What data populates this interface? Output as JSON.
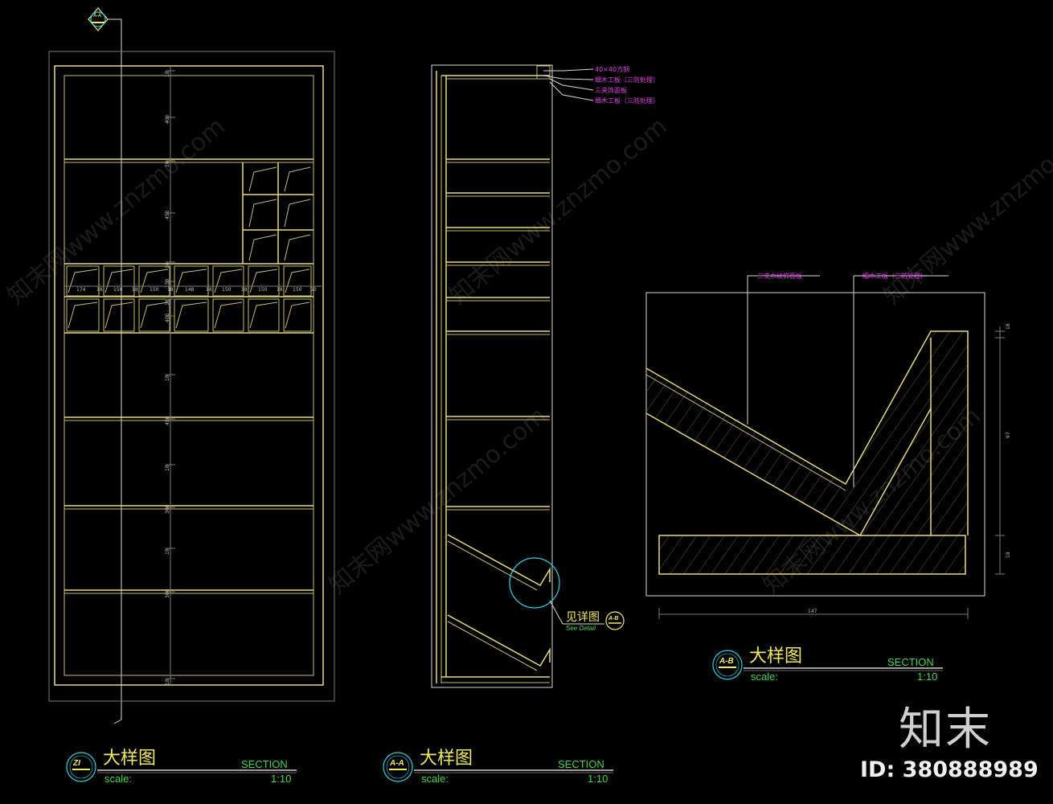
{
  "views": [
    {
      "tag": "ZI",
      "title": "大样图",
      "section": "SECTION",
      "scale_label": "scale:",
      "scale_value": "1:10"
    },
    {
      "tag": "A-A",
      "title": "大样图",
      "section": "SECTION",
      "scale_label": "scale:",
      "scale_value": "1:10"
    },
    {
      "tag": "A-B",
      "title": "大样图",
      "section": "SECTION",
      "scale_label": "scale:",
      "scale_value": "1:10"
    }
  ],
  "cut_marker": "A-A",
  "elevation_dims": {
    "vertical": [
      "18",
      "400",
      "18",
      "450",
      "18",
      "150",
      "18",
      "400",
      "18",
      "450",
      "18",
      "300",
      "18",
      "300",
      "18"
    ],
    "horizontal": [
      "174",
      "18",
      "150",
      "18",
      "150",
      "18",
      "148",
      "18",
      "150",
      "18",
      "150",
      "18",
      "150",
      "50"
    ]
  },
  "section_callouts": [
    "40×40方钢",
    "细木工板（三防处理）",
    "三夹饰面板",
    "细木工板（三防处理）"
  ],
  "detail_ref": {
    "text": "见详图",
    "tag": "A-B",
    "sub": "See Detail"
  },
  "detail_callouts": [
    "三夹木纹饰面板",
    "细木工板（三防处理）"
  ],
  "detail_dims": {
    "top": "18",
    "mid": "97",
    "bottom": "18",
    "width": "147"
  },
  "watermark": "知末网www.znzmo.com",
  "brand": "知末",
  "id_text": "ID: 380888989",
  "colors": {
    "line": "#e8d97a",
    "title": "#f2ea5b",
    "section": "#3fd84b",
    "callout": "#e23ee8",
    "marker": "#29d3e6"
  }
}
